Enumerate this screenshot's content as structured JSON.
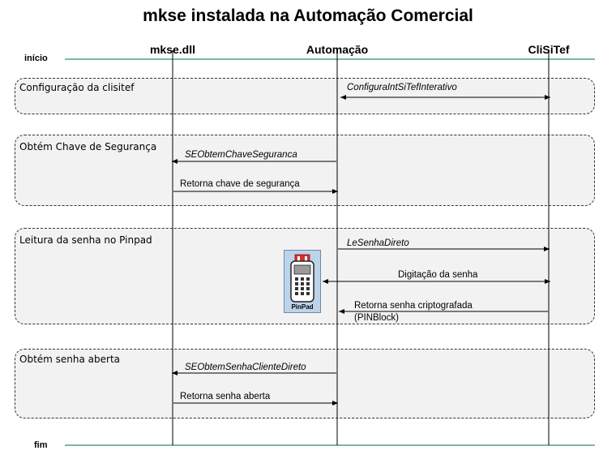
{
  "title": "mkse instalada na Automação Comercial",
  "lanes": [
    {
      "id": "dll",
      "label": "mkse.dll"
    },
    {
      "id": "auto",
      "label": "Automação"
    },
    {
      "id": "cli",
      "label": "CliSiTef"
    }
  ],
  "start_label": "início",
  "end_label": "fim",
  "sections": [
    {
      "label": "Configuração da clisitef"
    },
    {
      "label": "Obtém Chave de Segurança"
    },
    {
      "label": "Leitura da senha no Pinpad"
    },
    {
      "label": "Obtém senha aberta"
    }
  ],
  "messages": [
    {
      "text": "ConfiguraIntSiTefInterativo",
      "italic": true,
      "direction": "both"
    },
    {
      "text": "SEObtemChaveSeguranca",
      "italic": true,
      "direction": "to-left"
    },
    {
      "text": "Retorna chave de segurança",
      "italic": false,
      "direction": "to-right"
    },
    {
      "text": "LeSenhaDireto",
      "italic": true,
      "direction": "to-right"
    },
    {
      "text": "Digitação da senha",
      "italic": false,
      "direction": "both"
    },
    {
      "text": "Retorna senha criptografada",
      "text2": "(PINBlock)",
      "italic": false,
      "direction": "to-left"
    },
    {
      "text": "SEObtemSenhaClienteDireto",
      "italic": true,
      "direction": "to-left"
    },
    {
      "text": "Retorna senha aberta",
      "italic": false,
      "direction": "to-right"
    }
  ],
  "pinpad": {
    "label": "PinPad",
    "icon": "pinpad-icon"
  },
  "colors": {
    "timeline": "#2e8b7a",
    "section_fill": "#f2f2f2",
    "pinpad_fill": "#bcd3ea",
    "pinpad_top": "#d9302b"
  }
}
